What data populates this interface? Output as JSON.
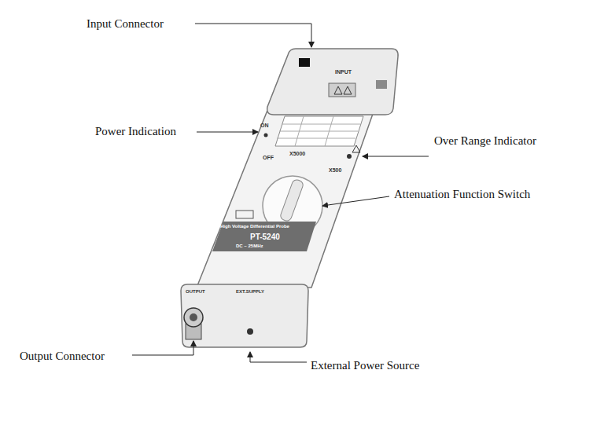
{
  "diagram": {
    "labels": [
      "Input Connector",
      "Power Indication",
      "Over Range Indicator",
      "Attenuation Function Switch",
      "Output Connector",
      "External Power Source",
      "INPUT",
      "ON",
      "OFF",
      "X5000",
      "X500",
      "PT-5240",
      "High Voltage Differential Probe",
      "DC ~ 25MHz",
      "OUTPUT",
      "EXT.SUPPLY"
    ]
  }
}
